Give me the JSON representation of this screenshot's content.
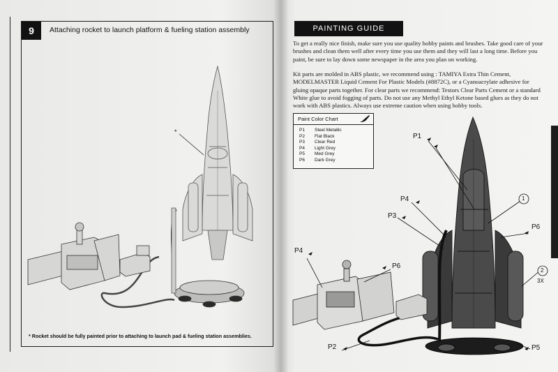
{
  "left_page": {
    "step_number": "9",
    "step_title": "Attaching rocket to launch platform & fueling station assembly",
    "callout_mark": "*",
    "note": "* Rocket should be fully painted prior to attaching to launch pad & fueling station assemblies."
  },
  "right_page": {
    "header": "PAINTING GUIDE",
    "paragraph_1": "To get a really nice finish, make sure you use quality hobby paints and brushes. Take good care of your brushes and clean them well after every time you use them and they will last a long time. Before you paint, be sure to lay down some newspaper in the area you plan on working.",
    "paragraph_2": "Kit parts are molded in ABS plastic, we recommend using : TAMIYA Extra Thin Cement, MODELMASTER Liquid Cement For Plastic Models (#8872C), or a Cyanoacrylate adhesive for gluing opaque parts together. For clear parts we recommend: Testors Clear Parts Cement or a standard White glue to avoid fogging of parts. Do not use any Methyl Ethyl Ketone based glues as they do not work with ABS plastics. Always use extreme caution when using hobby tools.",
    "chart": {
      "title": "Paint Color Chart",
      "icon": "paintbrush-icon",
      "rows": [
        {
          "code": "P1",
          "color": "Steel Metallic"
        },
        {
          "code": "P2",
          "color": "Flat Black"
        },
        {
          "code": "P3",
          "color": "Clear Red"
        },
        {
          "code": "P4",
          "color": "Light Grey"
        },
        {
          "code": "P5",
          "color": "Med Grey"
        },
        {
          "code": "P6",
          "color": "Dark Grey"
        }
      ]
    },
    "callouts": {
      "p1": "P1",
      "p2": "P2",
      "p3": "P3",
      "p4_rocket": "P4",
      "p4_station": "P4",
      "p5": "P5",
      "p6_rocket": "P6",
      "p6_station": "P6",
      "ref_1": "1",
      "ref_2": "2",
      "ref_2_qty": "3X"
    }
  }
}
